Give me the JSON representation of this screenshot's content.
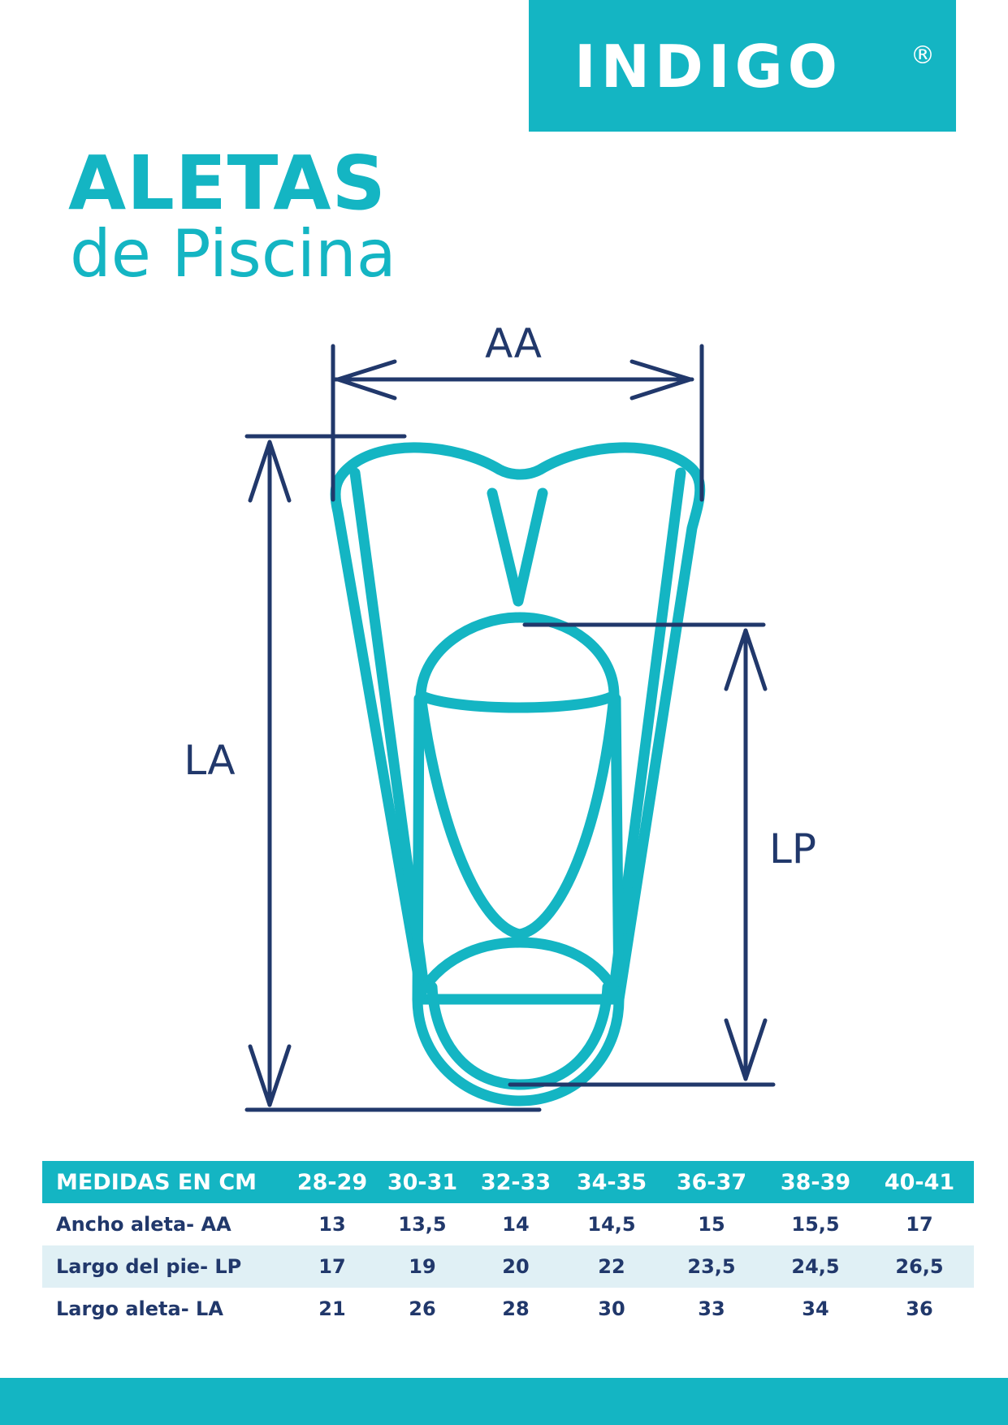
{
  "brand": {
    "name": "INDIGO",
    "registered": "®",
    "color": "#14b5c3"
  },
  "heading": {
    "title": "ALETAS",
    "subtitle": "de Piscina"
  },
  "diagram": {
    "labels": {
      "width": "AA",
      "fin_length": "LA",
      "foot_length": "LP"
    },
    "colors": {
      "fin": "#14b5c3",
      "dimension": "#21386b"
    }
  },
  "table": {
    "header_label": "MEDIDAS EN CM",
    "sizes": [
      "28-29",
      "30-31",
      "32-33",
      "34-35",
      "36-37",
      "38-39",
      "40-41"
    ],
    "rows": [
      {
        "label": "Ancho aleta- AA",
        "values": [
          "13",
          "13,5",
          "14",
          "14,5",
          "15",
          "15,5",
          "17"
        ]
      },
      {
        "label": "Largo del pie- LP",
        "values": [
          "17",
          "19",
          "20",
          "22",
          "23,5",
          "24,5",
          "26,5"
        ]
      },
      {
        "label": "Largo aleta- LA",
        "values": [
          "21",
          "26",
          "28",
          "30",
          "33",
          "34",
          "36"
        ]
      }
    ]
  }
}
